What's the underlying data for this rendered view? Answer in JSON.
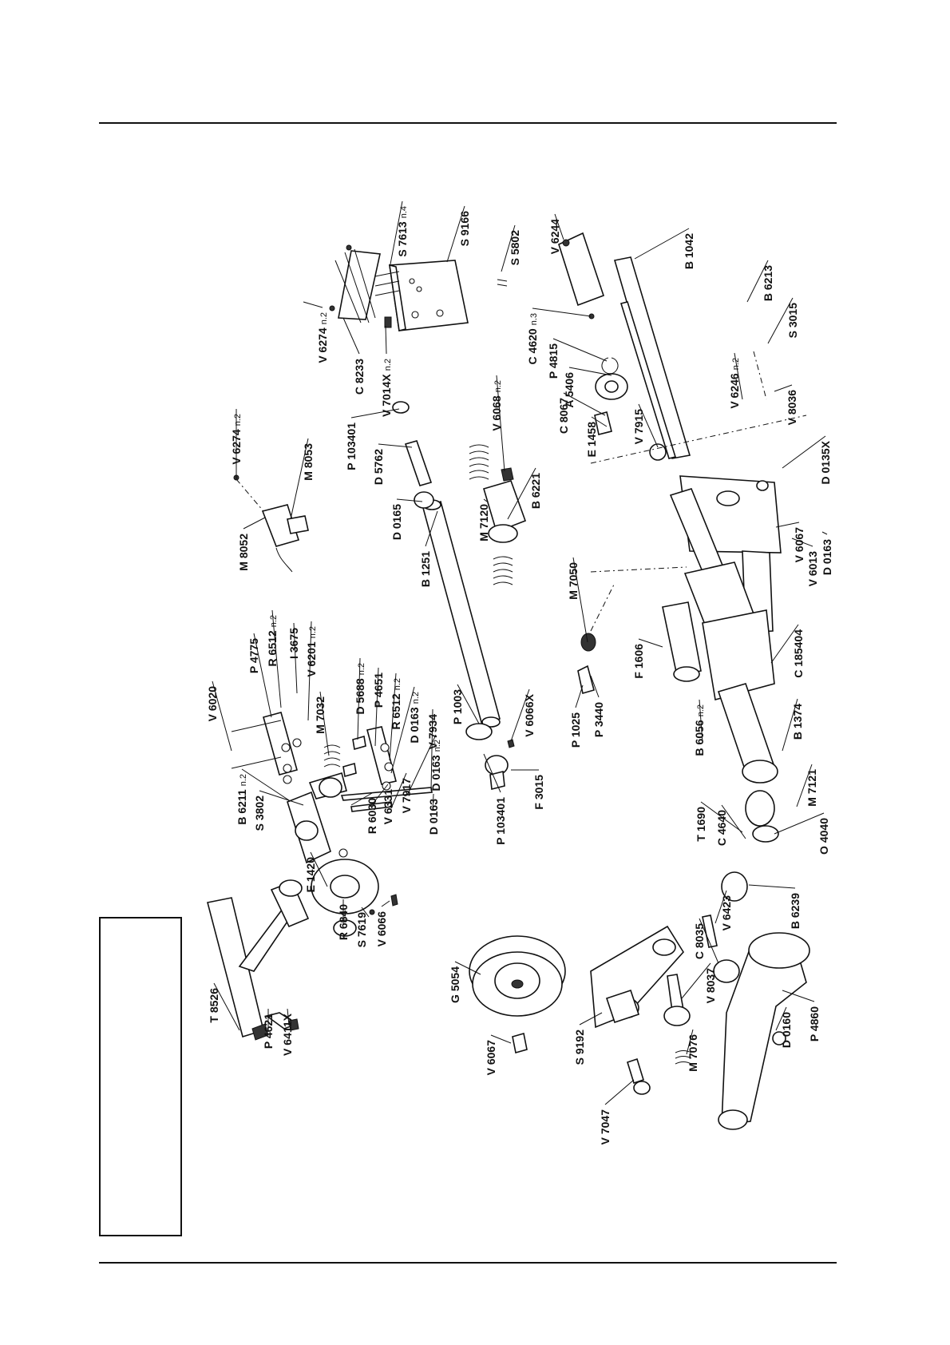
{
  "diagram": {
    "kind": "exploded parts diagram",
    "orientation": "rotated 90 degrees counter-clockwise",
    "colors": {
      "ink": "#111111",
      "paper": "#ffffff"
    },
    "parts": [
      {
        "code": "V 6274",
        "qty": "n.2"
      },
      {
        "code": "C 8233",
        "qty": ""
      },
      {
        "code": "V 7014X",
        "qty": "n.2"
      },
      {
        "code": "S 7613",
        "qty": "n.4"
      },
      {
        "code": "S 9166",
        "qty": ""
      },
      {
        "code": "S 5802",
        "qty": ""
      },
      {
        "code": "V 6274",
        "qty": "n.2"
      },
      {
        "code": "M 8053",
        "qty": ""
      },
      {
        "code": "M 8052",
        "qty": ""
      },
      {
        "code": "P 103401",
        "qty": ""
      },
      {
        "code": "D 5762",
        "qty": ""
      },
      {
        "code": "D 0165",
        "qty": ""
      },
      {
        "code": "V 6068",
        "qty": "n.2"
      },
      {
        "code": "M 7120",
        "qty": ""
      },
      {
        "code": "B 6221",
        "qty": ""
      },
      {
        "code": "B 1251",
        "qty": ""
      },
      {
        "code": "V 6244",
        "qty": ""
      },
      {
        "code": "B 1042",
        "qty": ""
      },
      {
        "code": "C 4620",
        "qty": "n.3"
      },
      {
        "code": "P 4815",
        "qty": ""
      },
      {
        "code": "A 5406",
        "qty": ""
      },
      {
        "code": "C 8067",
        "qty": ""
      },
      {
        "code": "E 1458",
        "qty": ""
      },
      {
        "code": "V 7915",
        "qty": ""
      },
      {
        "code": "B 6213",
        "qty": ""
      },
      {
        "code": "S 3015",
        "qty": ""
      },
      {
        "code": "V 6246",
        "qty": "n.2"
      },
      {
        "code": "V 8036",
        "qty": ""
      },
      {
        "code": "D 0135X",
        "qty": ""
      },
      {
        "code": "V 6067",
        "qty": ""
      },
      {
        "code": "V 6013",
        "qty": ""
      },
      {
        "code": "D 0163",
        "qty": ""
      },
      {
        "code": "M 7050",
        "qty": ""
      },
      {
        "code": "V 6020",
        "qty": ""
      },
      {
        "code": "P 4775",
        "qty": ""
      },
      {
        "code": "R 6512",
        "qty": "n.2"
      },
      {
        "code": "I 3675",
        "qty": ""
      },
      {
        "code": "V 6201",
        "qty": "n.2"
      },
      {
        "code": "D 5688",
        "qty": "n.2"
      },
      {
        "code": "P 4651",
        "qty": ""
      },
      {
        "code": "R 6512",
        "qty": "n.2"
      },
      {
        "code": "D 0163",
        "qty": "n.2"
      },
      {
        "code": "M 7032",
        "qty": ""
      },
      {
        "code": "V 7934",
        "qty": ""
      },
      {
        "code": "D 0163",
        "qty": "n.2"
      },
      {
        "code": "B 6211",
        "qty": "n.2"
      },
      {
        "code": "S 3802",
        "qty": ""
      },
      {
        "code": "R 6030",
        "qty": ""
      },
      {
        "code": "V 6331",
        "qty": ""
      },
      {
        "code": "V 7917",
        "qty": ""
      },
      {
        "code": "D 0163",
        "qty": ""
      },
      {
        "code": "P 1003",
        "qty": ""
      },
      {
        "code": "V 6066X",
        "qty": ""
      },
      {
        "code": "P 103401",
        "qty": ""
      },
      {
        "code": "F 3015",
        "qty": ""
      },
      {
        "code": "P 1025",
        "qty": ""
      },
      {
        "code": "P 3440",
        "qty": ""
      },
      {
        "code": "F 1606",
        "qty": ""
      },
      {
        "code": "B 6056",
        "qty": "n.2"
      },
      {
        "code": "C 185404",
        "qty": ""
      },
      {
        "code": "B 1374",
        "qty": ""
      },
      {
        "code": "M 7121",
        "qty": ""
      },
      {
        "code": "T 1690",
        "qty": ""
      },
      {
        "code": "C 4640",
        "qty": ""
      },
      {
        "code": "O 4040",
        "qty": ""
      },
      {
        "code": "E 1420",
        "qty": ""
      },
      {
        "code": "R 6840",
        "qty": ""
      },
      {
        "code": "S 7619",
        "qty": ""
      },
      {
        "code": "V 6066",
        "qty": ""
      },
      {
        "code": "V 6423",
        "qty": ""
      },
      {
        "code": "C 8035",
        "qty": ""
      },
      {
        "code": "B 6239",
        "qty": ""
      },
      {
        "code": "V 8037",
        "qty": ""
      },
      {
        "code": "M 7076",
        "qty": ""
      },
      {
        "code": "P 4860",
        "qty": ""
      },
      {
        "code": "D 0160",
        "qty": ""
      },
      {
        "code": "S 9192",
        "qty": ""
      },
      {
        "code": "V 7047",
        "qty": ""
      },
      {
        "code": "G 5054",
        "qty": ""
      },
      {
        "code": "V 6067",
        "qty": ""
      },
      {
        "code": "T 8526",
        "qty": ""
      },
      {
        "code": "P 4621",
        "qty": ""
      },
      {
        "code": "V 6411X",
        "qty": ""
      }
    ]
  }
}
